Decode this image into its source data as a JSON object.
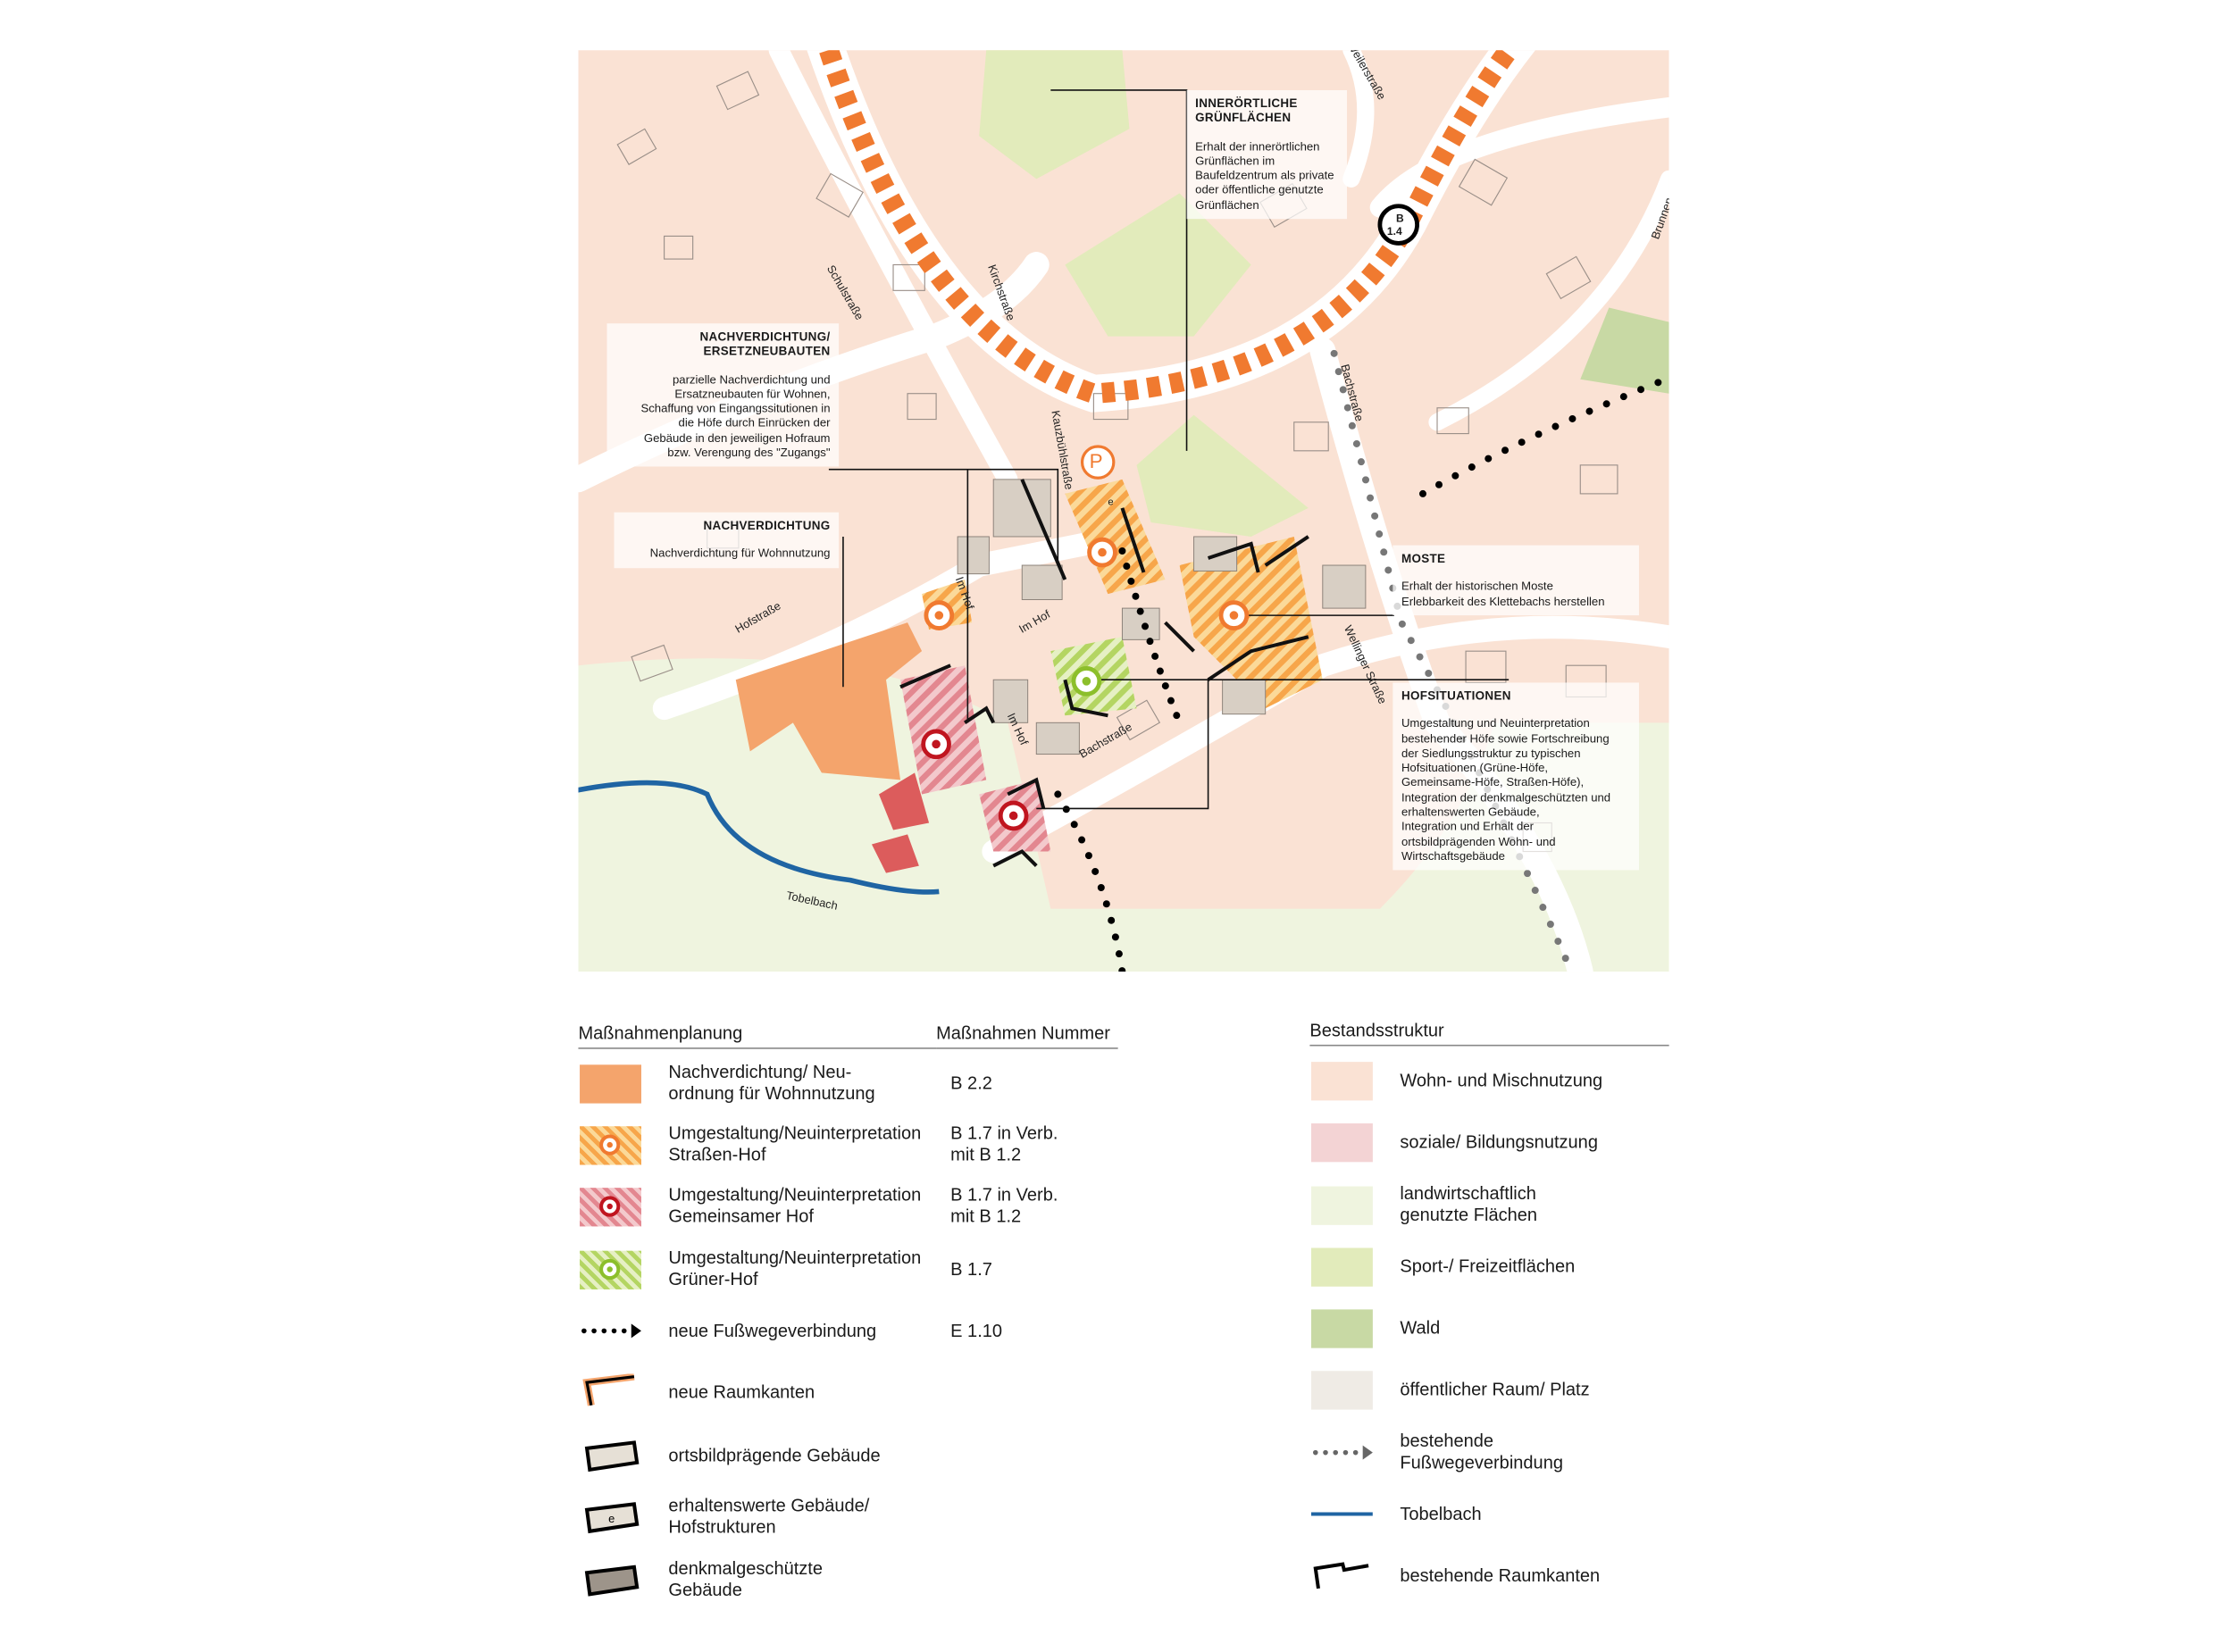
{
  "map": {
    "callouts": {
      "gruenflaechen": {
        "title": "INNERÖRTLICHE\nGRÜNFLÄCHEN",
        "text": "Erhalt der innerörtlichen\nGrünflächen im\nBaufeldzentrum als private\noder öffentliche genutzte\nGrünflächen"
      },
      "ersatzneubauten": {
        "title": "NACHVERDICHTUNG/\nERSETZNEUBAUTEN",
        "text": "parzielle Nachverdichtung und\nErsatzneubauten für Wohnen,\nSchaffung von Eingangssitutionen in\ndie Höfe durch Einrücken der\nGebäude in den jeweiligen Hofraum\nbzw. Verengung des \"Zugangs\""
      },
      "nachverdichtung": {
        "title": "NACHVERDICHTUNG",
        "text": "Nachverdichtung für Wohnnutzung"
      },
      "moste": {
        "title": "MOSTE",
        "text": "Erhalt der historischen Moste\nErlebbarkeit des Klettebachs herstellen"
      },
      "hofsituationen": {
        "title": "HOFSITUATIONEN",
        "text": "Umgestaltung und Neuinterpretation\nbestehender Höfe sowie Fortschreibung\nder Siedlungsstruktur zu typischen\nHofsituationen (Grüne-Höfe,\nGemeinsame-Höfe, Straßen-Höfe),\nIntegration der denkmalgeschützten und\nerhaltenswerten Gebäude,\nIntegration und Erhalt der\nortsbildprägenden Wohn- und\nWirtschaftsgebäude"
      }
    },
    "streets": [
      "Weilerstraße",
      "Schulstraße",
      "Kirchstraße",
      "Kauzbühlstraße",
      "Bachstraße",
      "Brunnen...",
      "Hofstraße",
      "Im Hof",
      "Im Hof",
      "Im Hof",
      "Bachstraße",
      "Wellinger Straße",
      "Tobelbach"
    ],
    "badge": {
      "line1": "B",
      "line2": "1.4"
    },
    "parking": "P",
    "erhaltenswert_mark": "e"
  },
  "legend": {
    "left_header": "Maßnahmenplanung",
    "number_header": "Maßnahmen Nummer",
    "left_items": [
      {
        "label": "Nachverdichtung/ Neu-\nordnung für Wohnnutzung",
        "number": "B 2.2",
        "color": "#f4a46c"
      },
      {
        "label": "Umgestaltung/Neuinterpretation\nStraßen-Hof",
        "number": "B 1.7 in Verb.\nmit B 1.2",
        "color": "#f7b733"
      },
      {
        "label": "Umgestaltung/Neuinterpretation\nGemeinsamer Hof",
        "number": "B 1.7 in Verb.\nmit B 1.2",
        "color": "#d9505a"
      },
      {
        "label": "Umgestaltung/Neuinterpretation\nGrüner-Hof",
        "number": "B 1.7",
        "color": "#a9cf45"
      },
      {
        "label": "neue Fußwegeverbindung",
        "number": "E 1.10"
      },
      {
        "label": "neue Raumkanten",
        "number": ""
      },
      {
        "label": "ortsbildprägende Gebäude",
        "number": ""
      },
      {
        "label": "erhaltenswerte Gebäude/\nHofstrukturen",
        "number": ""
      },
      {
        "label": "denkmalgeschützte\nGebäude",
        "number": ""
      }
    ],
    "right_header": "Bestandsstruktur",
    "right_items": [
      {
        "label": "Wohn- und Mischnutzung",
        "color": "#fae2d4"
      },
      {
        "label": "soziale/ Bildungsnutzung",
        "color": "#f3d3d4"
      },
      {
        "label": "landwirtschaftlich\ngenutzte Flächen",
        "color": "#eff4df"
      },
      {
        "label": "Sport-/ Freizeitflächen",
        "color": "#e2ebbb"
      },
      {
        "label": "Wald",
        "color": "#c8d9a4"
      },
      {
        "label": "öffentlicher Raum/ Platz",
        "color": "#efebe5"
      },
      {
        "label": "bestehende\nFußwegeverbindung"
      },
      {
        "label": "Tobelbach",
        "color": "#1f64a3"
      },
      {
        "label": "bestehende Raumkanten"
      }
    ]
  }
}
